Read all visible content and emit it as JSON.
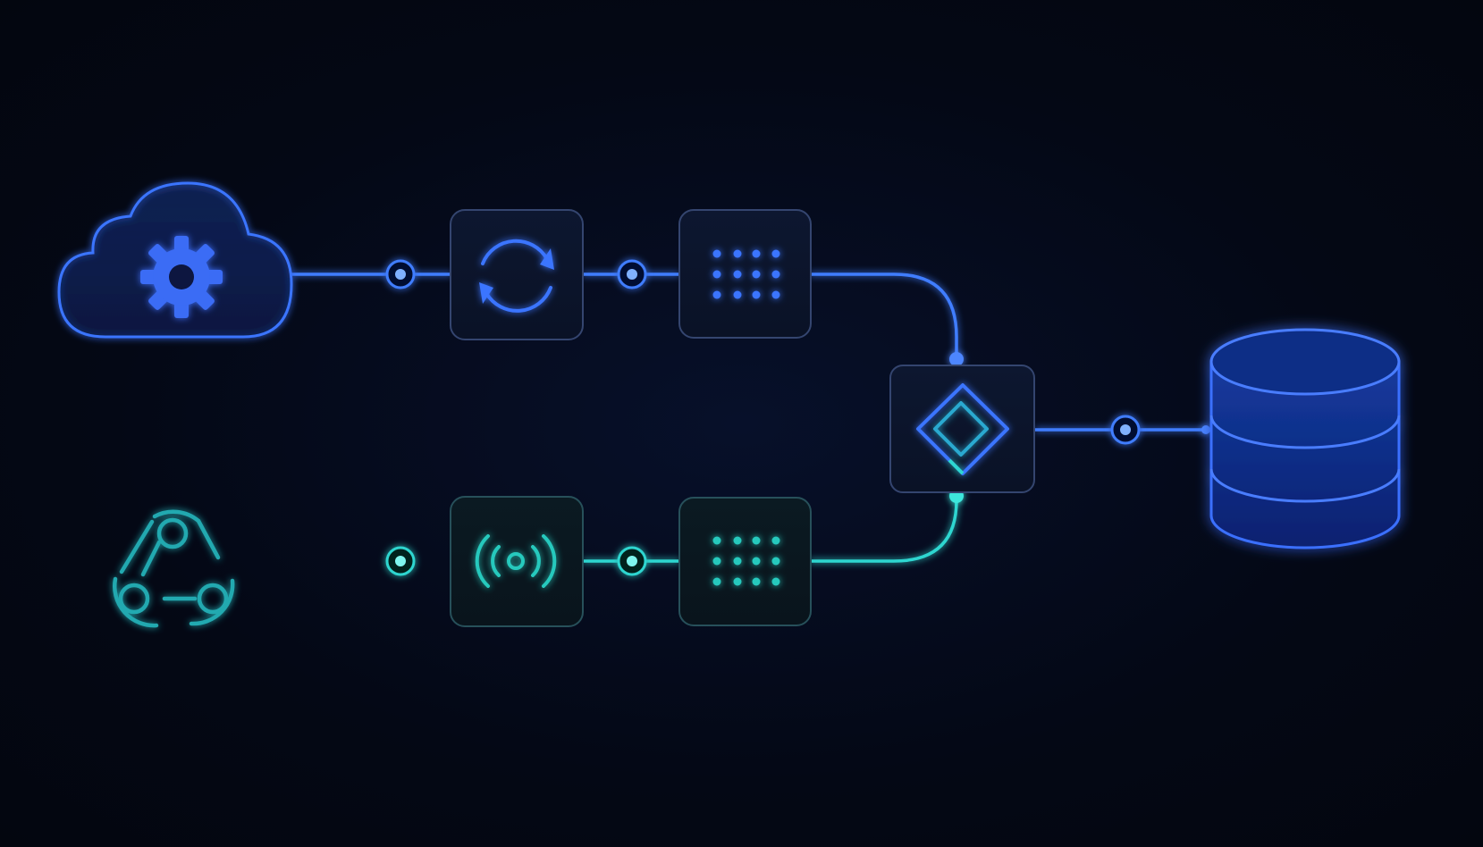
{
  "diagram": {
    "background": "#040815",
    "colors": {
      "blue_line": "#3f7dff",
      "blue_glow": "#2f6bff",
      "blue_icon": "#3a74ff",
      "teal_line": "#2fd6d0",
      "teal_glow": "#1fc7c2",
      "teal_icon": "#28c9bd",
      "box_fill": "#0a1224",
      "box_stroke_blue": "#34456f",
      "box_stroke_teal": "#27505a",
      "db_fill": "#0c2a7a",
      "db_stroke": "#3b6fff"
    },
    "nodes": [
      {
        "id": "cloud",
        "icon": "cloud-gear-icon",
        "flow": "upper"
      },
      {
        "id": "sync",
        "icon": "sync-icon",
        "flow": "upper"
      },
      {
        "id": "grid-upper",
        "icon": "dot-grid-icon",
        "flow": "upper"
      },
      {
        "id": "webhook",
        "icon": "webhook-icon",
        "flow": "lower"
      },
      {
        "id": "broadcast",
        "icon": "broadcast-icon",
        "flow": "lower"
      },
      {
        "id": "grid-lower",
        "icon": "dot-grid-icon",
        "flow": "lower"
      },
      {
        "id": "merge",
        "icon": "diamond-merge-icon",
        "flow": "merge"
      },
      {
        "id": "database",
        "icon": "database-icon",
        "flow": "output"
      }
    ],
    "edges": [
      {
        "from": "cloud",
        "to": "sync"
      },
      {
        "from": "sync",
        "to": "grid-upper"
      },
      {
        "from": "grid-upper",
        "to": "merge"
      },
      {
        "from": "webhook",
        "to": "broadcast"
      },
      {
        "from": "broadcast",
        "to": "grid-lower"
      },
      {
        "from": "grid-lower",
        "to": "merge"
      },
      {
        "from": "merge",
        "to": "database"
      }
    ]
  }
}
